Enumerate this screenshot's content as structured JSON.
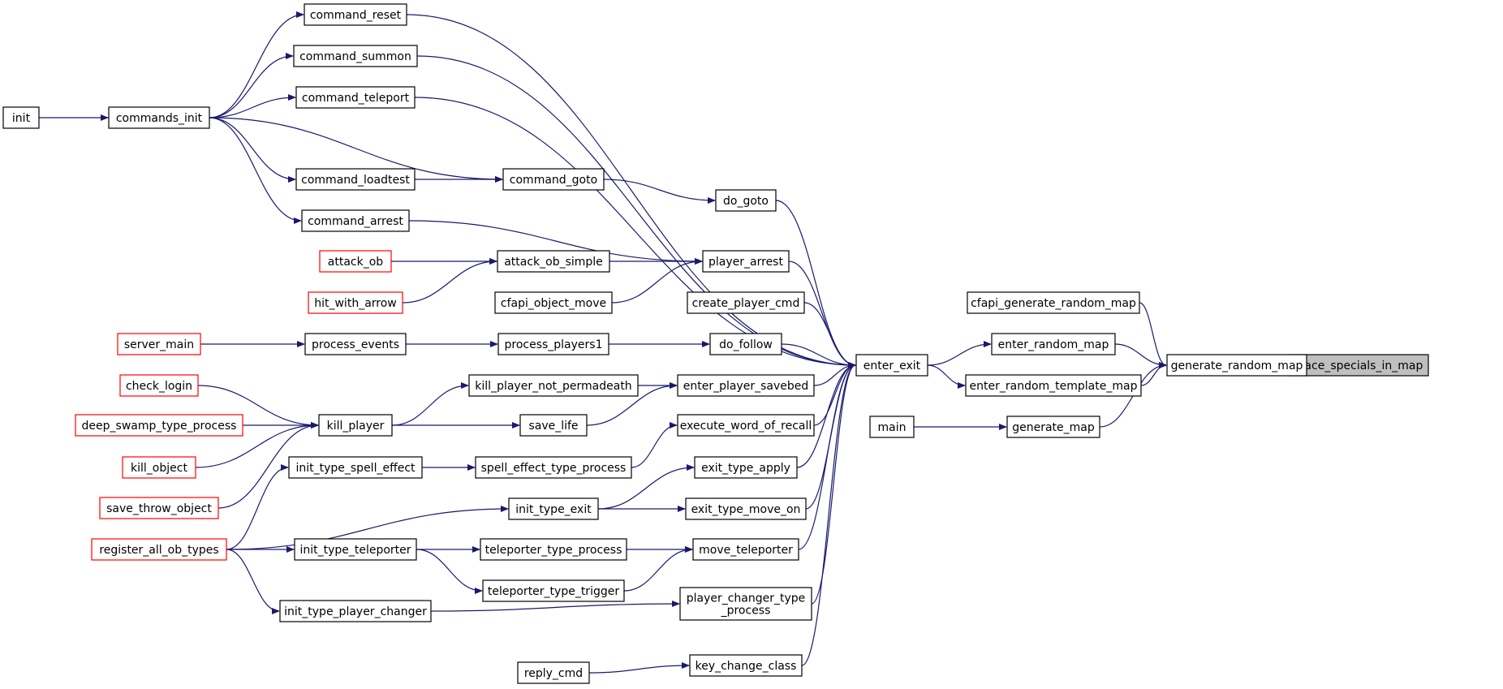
{
  "nodes": [
    {
      "id": "place_specials_in_map",
      "label": "place_specials_in_map",
      "style": "highlight"
    },
    {
      "id": "generate_random_map",
      "label": "generate_random_map",
      "style": "normal"
    },
    {
      "id": "cfapi_generate_random_map",
      "label": "cfapi_generate_random_map",
      "style": "normal"
    },
    {
      "id": "enter_random_map",
      "label": "enter_random_map",
      "style": "normal"
    },
    {
      "id": "enter_random_template_map",
      "label": "enter_random_template_map",
      "style": "normal"
    },
    {
      "id": "generate_map",
      "label": "generate_map",
      "style": "normal"
    },
    {
      "id": "main",
      "label": "main",
      "style": "normal"
    },
    {
      "id": "enter_exit",
      "label": "enter_exit",
      "style": "normal"
    },
    {
      "id": "command_reset",
      "label": "command_reset",
      "style": "normal"
    },
    {
      "id": "command_summon",
      "label": "command_summon",
      "style": "normal"
    },
    {
      "id": "command_teleport",
      "label": "command_teleport",
      "style": "normal"
    },
    {
      "id": "command_loadtest",
      "label": "command_loadtest",
      "style": "normal"
    },
    {
      "id": "command_arrest",
      "label": "command_arrest",
      "style": "normal"
    },
    {
      "id": "commands_init",
      "label": "commands_init",
      "style": "normal"
    },
    {
      "id": "init",
      "label": "init",
      "style": "normal"
    },
    {
      "id": "command_goto",
      "label": "command_goto",
      "style": "normal"
    },
    {
      "id": "do_goto",
      "label": "do_goto",
      "style": "normal"
    },
    {
      "id": "player_arrest",
      "label": "player_arrest",
      "style": "normal"
    },
    {
      "id": "attack_ob_simple",
      "label": "attack_ob_simple",
      "style": "normal"
    },
    {
      "id": "attack_ob",
      "label": "attack_ob",
      "style": "truncated"
    },
    {
      "id": "hit_with_arrow",
      "label": "hit_with_arrow",
      "style": "truncated"
    },
    {
      "id": "cfapi_object_move",
      "label": "cfapi_object_move",
      "style": "normal"
    },
    {
      "id": "create_player_cmd",
      "label": "create_player_cmd",
      "style": "normal"
    },
    {
      "id": "do_follow",
      "label": "do_follow",
      "style": "normal"
    },
    {
      "id": "process_players1",
      "label": "process_players1",
      "style": "normal"
    },
    {
      "id": "process_events",
      "label": "process_events",
      "style": "normal"
    },
    {
      "id": "server_main",
      "label": "server_main",
      "style": "truncated"
    },
    {
      "id": "enter_player_savebed",
      "label": "enter_player_savebed",
      "style": "normal"
    },
    {
      "id": "kill_player_not_permadeath",
      "label": "kill_player_not_permadeath",
      "style": "normal"
    },
    {
      "id": "kill_player",
      "label": "kill_player",
      "style": "normal"
    },
    {
      "id": "check_login",
      "label": "check_login",
      "style": "truncated"
    },
    {
      "id": "deep_swamp_type_process",
      "label": "deep_swamp_type_process",
      "style": "truncated"
    },
    {
      "id": "kill_object",
      "label": "kill_object",
      "style": "truncated"
    },
    {
      "id": "save_throw_object",
      "label": "save_throw_object",
      "style": "truncated"
    },
    {
      "id": "save_life",
      "label": "save_life",
      "style": "normal"
    },
    {
      "id": "execute_word_of_recall",
      "label": "execute_word_of_recall",
      "style": "normal"
    },
    {
      "id": "spell_effect_type_process",
      "label": "spell_effect_type_process",
      "style": "normal"
    },
    {
      "id": "init_type_spell_effect",
      "label": "init_type_spell_effect",
      "style": "normal"
    },
    {
      "id": "register_all_ob_types",
      "label": "register_all_ob_types",
      "style": "truncated"
    },
    {
      "id": "exit_type_apply",
      "label": "exit_type_apply",
      "style": "normal"
    },
    {
      "id": "init_type_exit",
      "label": "init_type_exit",
      "style": "normal"
    },
    {
      "id": "exit_type_move_on",
      "label": "exit_type_move_on",
      "style": "normal"
    },
    {
      "id": "move_teleporter",
      "label": "move_teleporter",
      "style": "normal"
    },
    {
      "id": "teleporter_type_process",
      "label": "teleporter_type_process",
      "style": "normal"
    },
    {
      "id": "teleporter_type_trigger",
      "label": "teleporter_type_trigger",
      "style": "normal"
    },
    {
      "id": "init_type_teleporter",
      "label": "init_type_teleporter",
      "style": "normal"
    },
    {
      "id": "player_changer_type_process",
      "label": "player_changer_type\n_process",
      "style": "normal"
    },
    {
      "id": "init_type_player_changer",
      "label": "init_type_player_changer",
      "style": "normal"
    },
    {
      "id": "key_change_class",
      "label": "key_change_class",
      "style": "normal"
    },
    {
      "id": "reply_cmd",
      "label": "reply_cmd",
      "style": "normal"
    }
  ],
  "edges": [
    [
      "place_specials_in_map",
      "generate_random_map"
    ],
    [
      "generate_random_map",
      "cfapi_generate_random_map"
    ],
    [
      "generate_random_map",
      "enter_random_map"
    ],
    [
      "generate_random_map",
      "enter_random_template_map"
    ],
    [
      "generate_random_map",
      "generate_map"
    ],
    [
      "enter_random_map",
      "enter_exit"
    ],
    [
      "enter_random_template_map",
      "enter_exit"
    ],
    [
      "generate_map",
      "main"
    ],
    [
      "enter_exit",
      "command_reset"
    ],
    [
      "enter_exit",
      "command_summon"
    ],
    [
      "enter_exit",
      "command_teleport"
    ],
    [
      "enter_exit",
      "do_goto"
    ],
    [
      "enter_exit",
      "player_arrest"
    ],
    [
      "enter_exit",
      "create_player_cmd"
    ],
    [
      "enter_exit",
      "do_follow"
    ],
    [
      "enter_exit",
      "enter_player_savebed"
    ],
    [
      "enter_exit",
      "execute_word_of_recall"
    ],
    [
      "enter_exit",
      "exit_type_apply"
    ],
    [
      "enter_exit",
      "exit_type_move_on"
    ],
    [
      "enter_exit",
      "move_teleporter"
    ],
    [
      "enter_exit",
      "player_changer_type_process"
    ],
    [
      "enter_exit",
      "key_change_class"
    ],
    [
      "command_reset",
      "commands_init"
    ],
    [
      "command_summon",
      "commands_init"
    ],
    [
      "command_teleport",
      "commands_init"
    ],
    [
      "command_goto",
      "commands_init"
    ],
    [
      "command_goto",
      "command_loadtest"
    ],
    [
      "command_loadtest",
      "commands_init"
    ],
    [
      "command_arrest",
      "commands_init"
    ],
    [
      "commands_init",
      "init"
    ],
    [
      "do_goto",
      "command_goto"
    ],
    [
      "player_arrest",
      "command_arrest"
    ],
    [
      "player_arrest",
      "attack_ob_simple"
    ],
    [
      "player_arrest",
      "cfapi_object_move"
    ],
    [
      "attack_ob_simple",
      "attack_ob"
    ],
    [
      "attack_ob_simple",
      "hit_with_arrow"
    ],
    [
      "do_follow",
      "process_players1"
    ],
    [
      "process_players1",
      "process_events"
    ],
    [
      "process_events",
      "server_main"
    ],
    [
      "enter_player_savebed",
      "kill_player_not_permadeath"
    ],
    [
      "enter_player_savebed",
      "save_life"
    ],
    [
      "kill_player_not_permadeath",
      "kill_player"
    ],
    [
      "save_life",
      "kill_player"
    ],
    [
      "kill_player",
      "check_login"
    ],
    [
      "kill_player",
      "deep_swamp_type_process"
    ],
    [
      "kill_player",
      "kill_object"
    ],
    [
      "kill_player",
      "save_throw_object"
    ],
    [
      "execute_word_of_recall",
      "spell_effect_type_process"
    ],
    [
      "spell_effect_type_process",
      "init_type_spell_effect"
    ],
    [
      "init_type_spell_effect",
      "register_all_ob_types"
    ],
    [
      "exit_type_apply",
      "init_type_exit"
    ],
    [
      "exit_type_move_on",
      "init_type_exit"
    ],
    [
      "init_type_exit",
      "register_all_ob_types"
    ],
    [
      "move_teleporter",
      "teleporter_type_process"
    ],
    [
      "move_teleporter",
      "teleporter_type_trigger"
    ],
    [
      "teleporter_type_process",
      "init_type_teleporter"
    ],
    [
      "teleporter_type_trigger",
      "init_type_teleporter"
    ],
    [
      "init_type_teleporter",
      "register_all_ob_types"
    ],
    [
      "player_changer_type_process",
      "init_type_player_changer"
    ],
    [
      "init_type_player_changer",
      "register_all_ob_types"
    ],
    [
      "key_change_class",
      "reply_cmd"
    ]
  ],
  "colors": {
    "edge": "#191970",
    "node_border": "#000000",
    "truncated_border": "#ff0000",
    "highlight_fill": "#bfbfbf",
    "node_fill": "#ffffff"
  }
}
